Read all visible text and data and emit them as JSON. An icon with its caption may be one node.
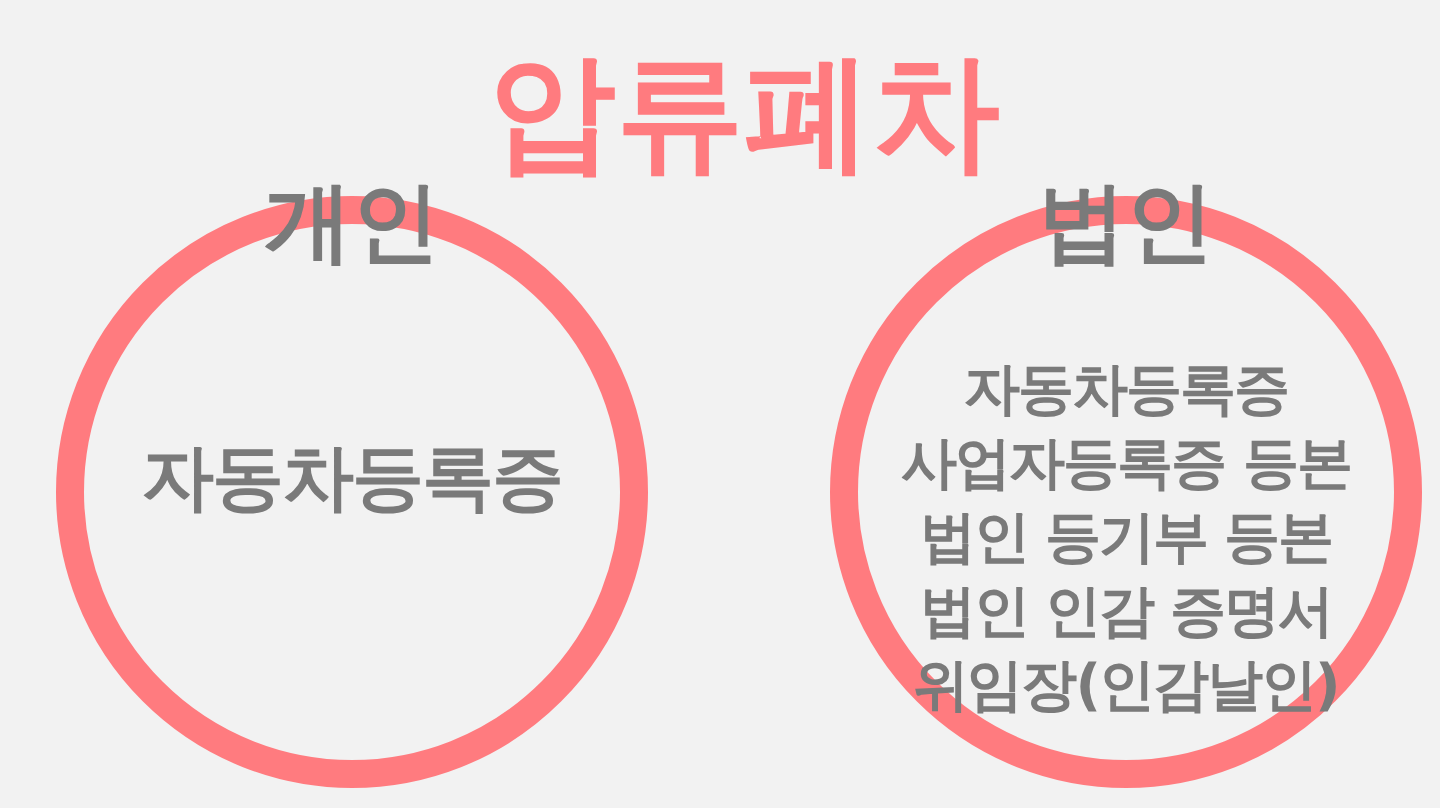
{
  "diagram": {
    "title": "압류폐차",
    "nodes": [
      {
        "text": [
          "개인",
          "자동차등록증"
        ]
      },
      {
        "text": [
          "법인",
          "자동차등록증",
          "사업자등록증 등본",
          "법인 등기부 등본",
          "법인 인감 증명서",
          "위임장(인감날인)"
        ]
      }
    ]
  }
}
